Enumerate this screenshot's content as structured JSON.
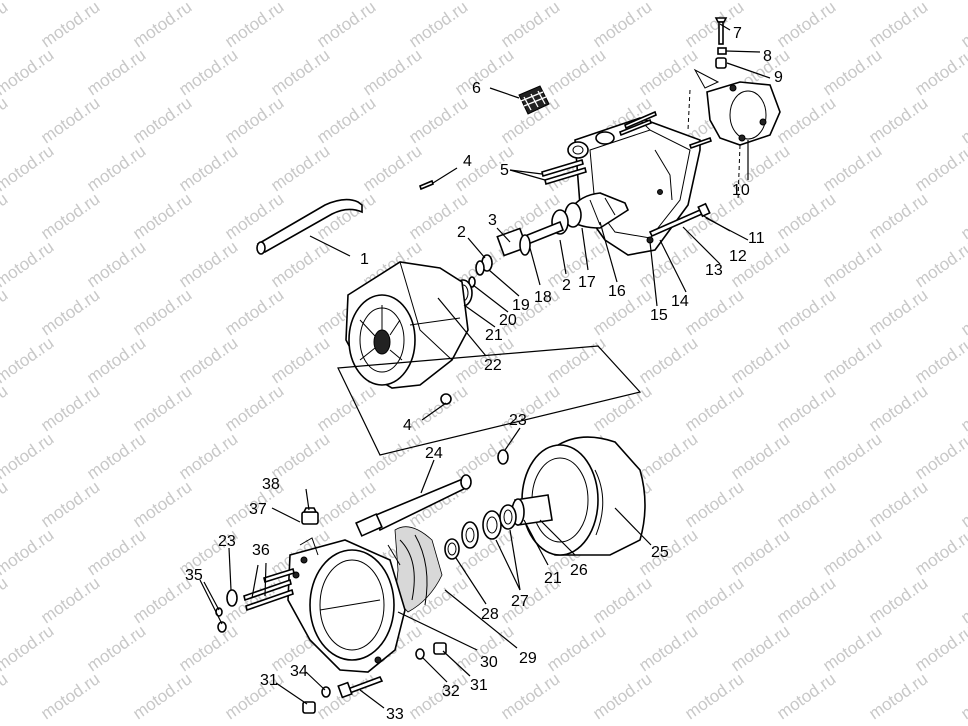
{
  "watermark": "motod.ru",
  "callouts": {
    "c1": "1",
    "c2a": "2",
    "c2b": "2",
    "c3": "3",
    "c4a": "4",
    "c4b": "4",
    "c5": "5",
    "c6": "6",
    "c7": "7",
    "c8": "8",
    "c9": "9",
    "c10": "10",
    "c11": "11",
    "c12": "12",
    "c13": "13",
    "c14": "14",
    "c15": "15",
    "c16": "16",
    "c17": "17",
    "c18": "18",
    "c19": "19",
    "c20": "20",
    "c21a": "21",
    "c21b": "21",
    "c22": "22",
    "c23a": "23",
    "c23b": "23",
    "c24": "24",
    "c25": "25",
    "c26": "26",
    "c27": "27",
    "c28": "28",
    "c29": "29",
    "c30": "30",
    "c31a": "31",
    "c31b": "31",
    "c32": "32",
    "c33": "33",
    "c34": "34",
    "c35": "35",
    "c36": "36",
    "c37": "37",
    "c38": "38"
  }
}
